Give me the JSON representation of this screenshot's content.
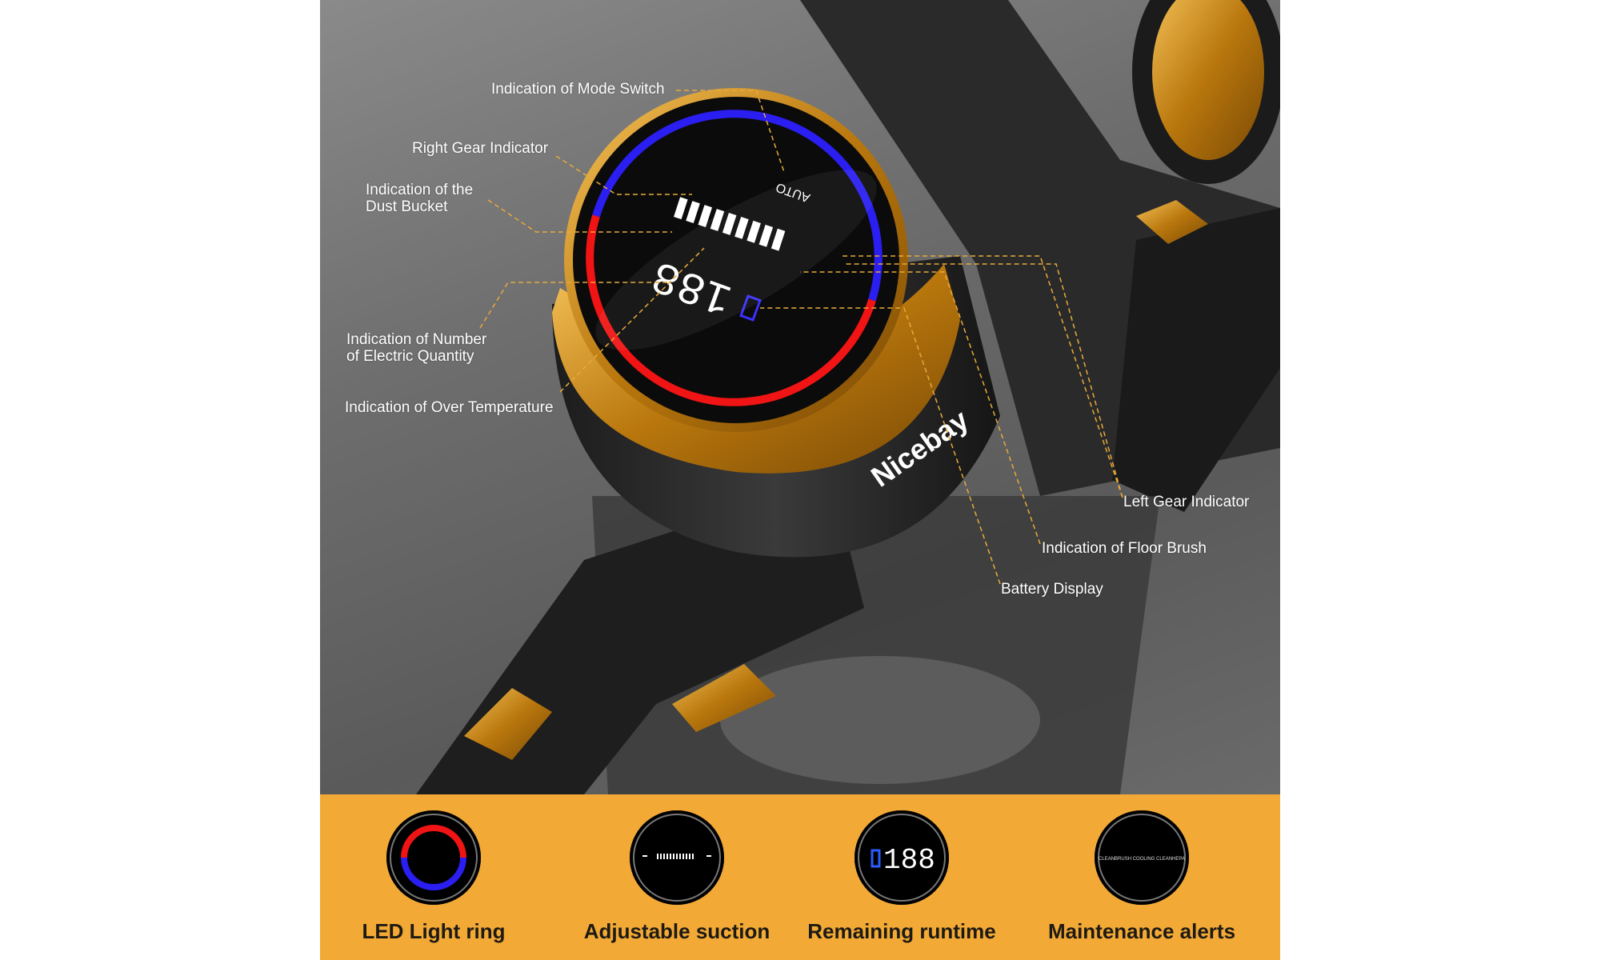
{
  "brand": "Nicebay",
  "display": {
    "mode_text": "AUTO",
    "digits": "188",
    "status_words": [
      "CLEAN BRUSH",
      "COOLING",
      "CLEAN HEPA"
    ]
  },
  "callouts": [
    {
      "id": "mode-switch",
      "text": "Indication of Mode Switch"
    },
    {
      "id": "right-gear",
      "text": "Right Gear Indicator"
    },
    {
      "id": "dust-bucket",
      "text": "Indication of the\nDust Bucket"
    },
    {
      "id": "electric-quantity",
      "text": "Indication of Number\nof Electric Quantity"
    },
    {
      "id": "over-temperature",
      "text": "Indication of Over Temperature"
    },
    {
      "id": "left-gear",
      "text": "Left Gear Indicator"
    },
    {
      "id": "floor-brush",
      "text": "Indication of Floor Brush"
    },
    {
      "id": "battery",
      "text": "Battery Display"
    }
  ],
  "features": [
    {
      "label": "LED Light ring",
      "icon": "led-ring-icon"
    },
    {
      "label": "Adjustable suction",
      "icon": "suction-bar-icon"
    },
    {
      "label": "Remaining runtime",
      "icon": "runtime-display-icon",
      "value": "188"
    },
    {
      "label": "Maintenance alerts",
      "icon": "maintenance-alert-icon",
      "text": "CLEANBRUSH  COOLING  CLEANHEPA"
    }
  ],
  "colors": {
    "band": "#F3A935",
    "gold": "#D79A1E",
    "ring_red": "#F01414",
    "ring_blue": "#2A1EF0",
    "callout_line": "#E8A93A"
  }
}
